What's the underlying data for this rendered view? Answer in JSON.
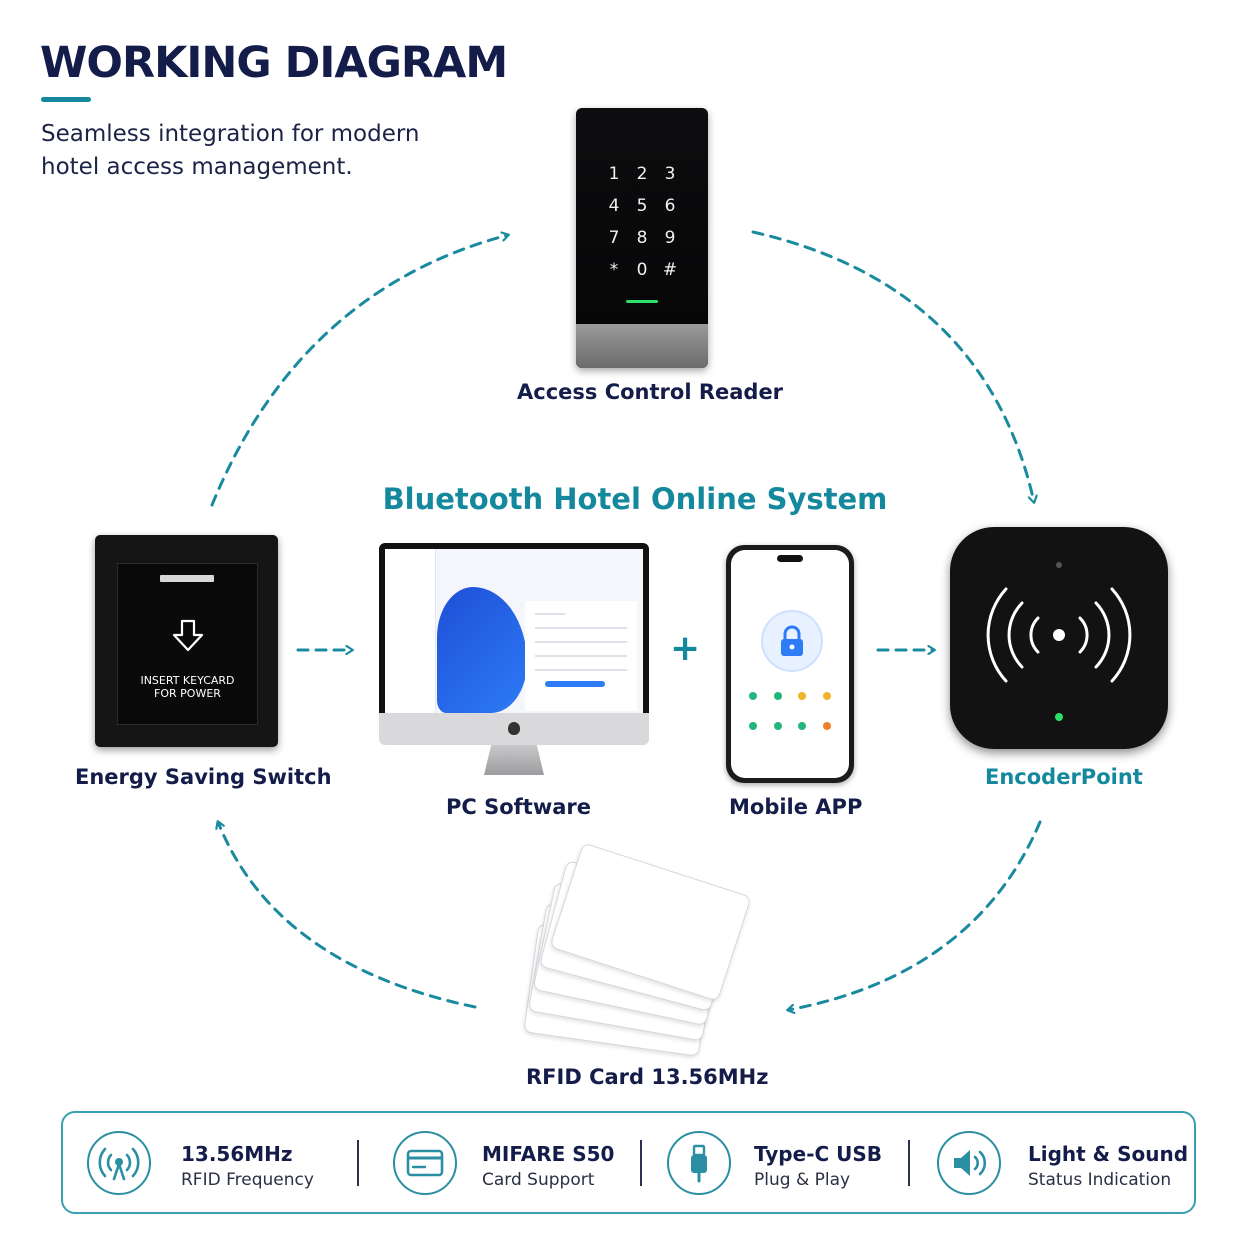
{
  "header": {
    "title": "WORKING DIAGRAM",
    "subtitle_line1": "Seamless integration for modern",
    "subtitle_line2": "hotel access management."
  },
  "center": {
    "system_title": "Bluetooth Hotel Online System",
    "plus_sign": "+"
  },
  "nodes": {
    "access_control_reader": "Access Control Reader",
    "energy_saving_switch": "Energy Saving Switch",
    "pc_software": "PC Software",
    "mobile_app": "Mobile APP",
    "encoder_point": "EncoderPoint",
    "rfid_card": "RFID Card 13.56MHz"
  },
  "devices": {
    "reader_keys": [
      "1",
      "2",
      "3",
      "4",
      "5",
      "6",
      "7",
      "8",
      "9",
      "*",
      "0",
      "#"
    ],
    "switch_text_line1": "INSERT KEYCARD",
    "switch_text_line2": "FOR POWER"
  },
  "features": [
    {
      "title": "13.56MHz",
      "subtitle": "RFID Frequency",
      "icon": "signal-tower-icon"
    },
    {
      "title": "MIFARE S50",
      "subtitle": "Card Support",
      "icon": "card-icon"
    },
    {
      "title": "Type-C USB",
      "subtitle": "Plug & Play",
      "icon": "usb-plug-icon"
    },
    {
      "title": "Light & Sound",
      "subtitle": "Status Indication",
      "icon": "speaker-icon"
    }
  ],
  "colors": {
    "navy": "#141d4a",
    "teal": "#14889c",
    "border_teal": "#3a9fb1"
  }
}
